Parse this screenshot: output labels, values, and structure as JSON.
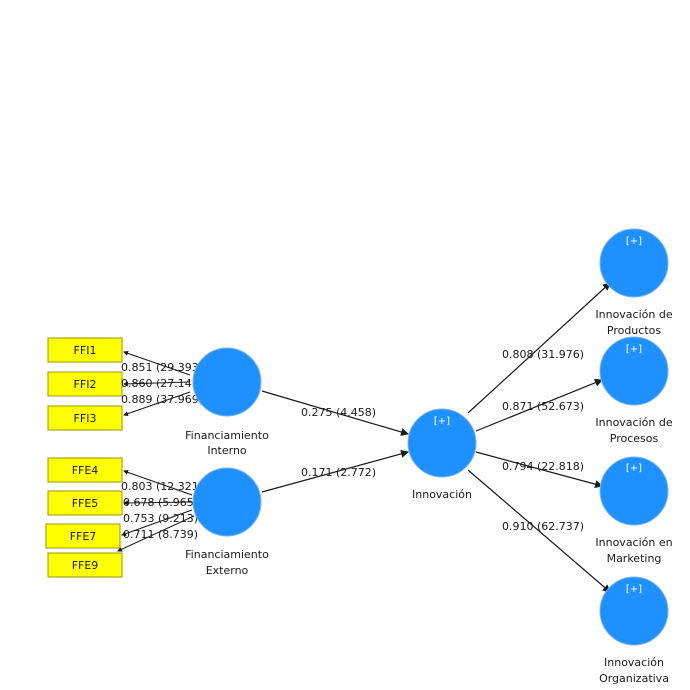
{
  "colors": {
    "construct_fill": "#1e90ff",
    "construct_stroke": "#7fb6e6",
    "indicator_fill": "#ffff00",
    "indicator_stroke": "#9a9a00",
    "line": "#1a1a1a"
  },
  "constructs": {
    "fin_interno": {
      "label1": "Financiamiento",
      "label2": "Interno"
    },
    "fin_externo": {
      "label1": "Financiamiento",
      "label2": "Externo"
    },
    "innovacion": {
      "label1": "Innovación",
      "plus": "[+]"
    },
    "inn_productos": {
      "label1": "Innovación de",
      "label2": "Productos",
      "plus": "[+]"
    },
    "inn_procesos": {
      "label1": "Innovación de",
      "label2": "Procesos",
      "plus": "[+]"
    },
    "inn_marketing": {
      "label1": "Innovación en",
      "label2": "Marketing",
      "plus": "[+]"
    },
    "inn_organizativa": {
      "label1": "Innovación",
      "label2": "Organizativa",
      "plus": "[+]"
    }
  },
  "indicators": {
    "ffi1": "FFI1",
    "ffi2": "FFI2",
    "ffi3": "FFI3",
    "ffe4": "FFE4",
    "ffe5": "FFE5",
    "ffe7": "FFE7",
    "ffe9": "FFE9"
  },
  "loadings": {
    "ffi1": "0.851 (29.393)",
    "ffi2": "0.860 (27.143)",
    "ffi3": "0.889 (37.969)",
    "ffe4": "0.803 (12.321)",
    "ffe5": "0.678 (5.965)",
    "ffe7": "0.753 (9.213)",
    "ffe9": "0.711 (8.739)"
  },
  "paths": {
    "interno_innovacion": "0.275 (4.458)",
    "externo_innovacion": "0.171 (2.772)",
    "innovacion_productos": "0.808 (31.976)",
    "innovacion_procesos": "0.871 (52.673)",
    "innovacion_marketing": "0.794 (22.818)",
    "innovacion_organizativa": "0.910 (62.737)"
  }
}
